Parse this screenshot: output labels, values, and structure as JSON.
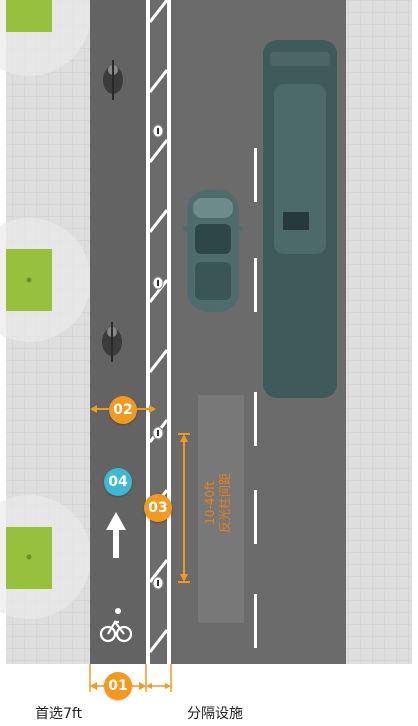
{
  "diagram": {
    "markers": [
      {
        "id": "01",
        "text": "01",
        "color": "orange"
      },
      {
        "id": "02",
        "text": "02",
        "color": "orange"
      },
      {
        "id": "03",
        "text": "03",
        "color": "orange"
      },
      {
        "id": "04",
        "text": "04",
        "color": "teal"
      }
    ],
    "labels": {
      "preferred_width": "首选7ft",
      "separation": "分隔设施",
      "spacing_line1": "10-40ft",
      "spacing_line2": "反光柱间距"
    },
    "colors": {
      "road": "#6b6b6b",
      "sidewalk": "#dcdcdc",
      "tree_pit": "#97c13d",
      "accent_orange": "#f39a1e",
      "accent_teal": "#3db9d3",
      "vehicle": "#3f5a5b",
      "buffer_zone": "#7a7a7a"
    },
    "icons": [
      "bicycle-symbol-icon",
      "direction-arrow-icon",
      "cyclist-icon",
      "car-icon",
      "bus-icon",
      "flex-post-icon"
    ]
  }
}
